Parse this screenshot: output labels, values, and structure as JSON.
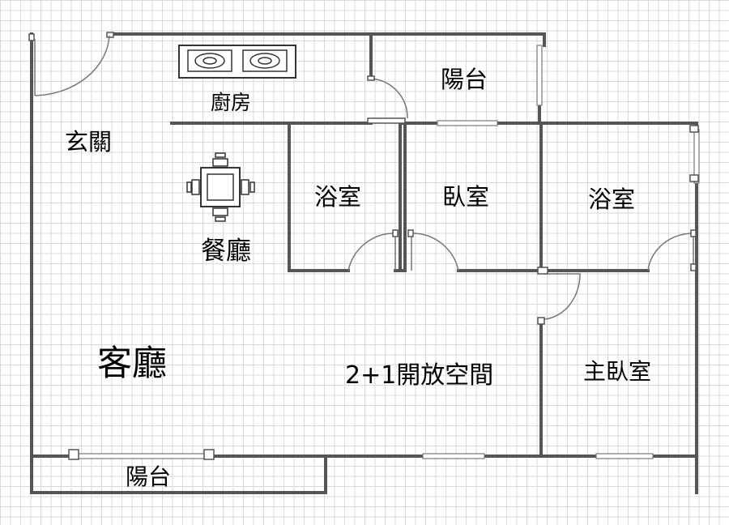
{
  "rooms": {
    "entrance": "玄關",
    "kitchen": "廚房",
    "balcony_top": "陽台",
    "dining": "餐廳",
    "bathroom_1": "浴室",
    "bedroom": "臥室",
    "bathroom_2": "浴室",
    "living": "客廳",
    "open_space": "2+1開放空間",
    "master_bedroom": "主臥室",
    "balcony_bottom": "陽台"
  },
  "colors": {
    "wall": "#555555",
    "grid": "#d9d9d9",
    "text": "#000000"
  }
}
